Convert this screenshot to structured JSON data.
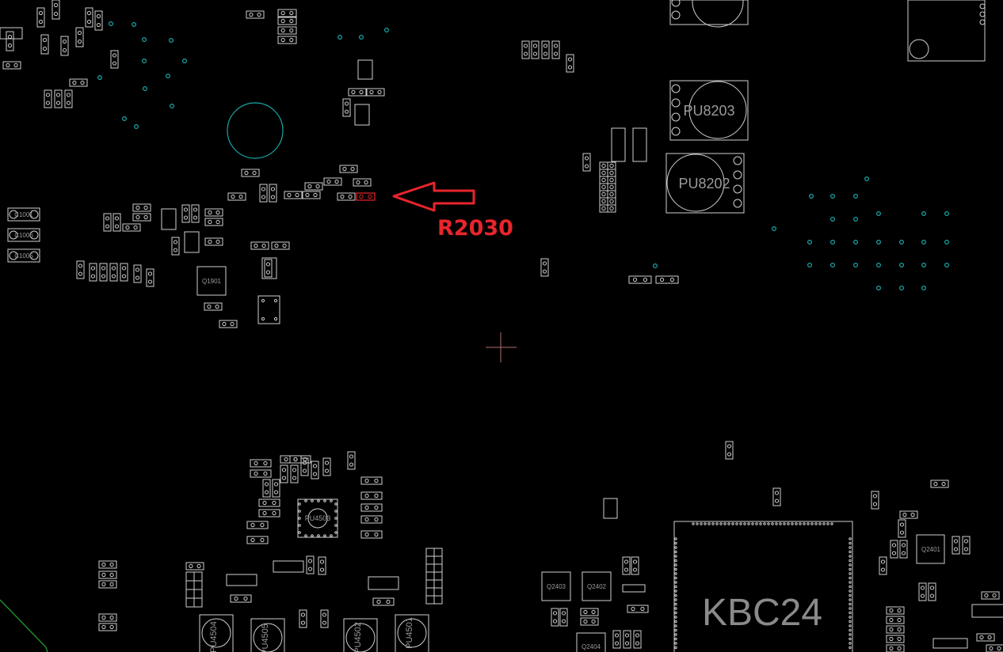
{
  "annotation": {
    "label": "R2030",
    "color": "#e8252b"
  },
  "components": {
    "pu8203": "PU8203",
    "pu8202": "PU8202",
    "kbc": "KBC24",
    "q1901": "Q1901",
    "q2401": "Q2401",
    "q2403": "Q2403",
    "q2402": "Q2402",
    "q2404": "Q2404",
    "pu4503": "PU4503",
    "pu4504": "PU4504",
    "pu4505": "PU4505",
    "pu4502": "PU4502",
    "pu4501": "PU4501",
    "c1001": "C1001",
    "c1006": "C1006",
    "c1005": "C1005"
  },
  "colors": {
    "background": "#000000",
    "silkscreen": "#cfcfcf",
    "via": "#1aa7a7",
    "highlight": "#e8252b",
    "trace": "#1f8a2a"
  }
}
